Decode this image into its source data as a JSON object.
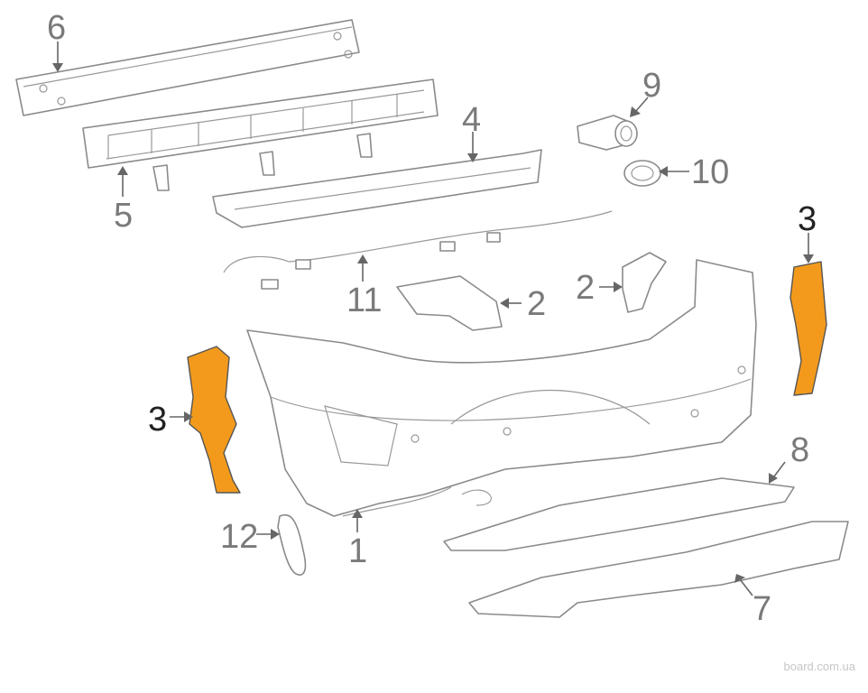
{
  "diagram": {
    "callouts": {
      "c6": "6",
      "c5": "5",
      "c4": "4",
      "c9": "9",
      "c10": "10",
      "c3_right": "3",
      "c11": "11",
      "c2_center": "2",
      "c2_right": "2",
      "c3_left": "3",
      "c8": "8",
      "c12": "12",
      "c1": "1",
      "c7": "7"
    },
    "highlight_color": "#f39a1c"
  },
  "watermark": "board.com.ua"
}
